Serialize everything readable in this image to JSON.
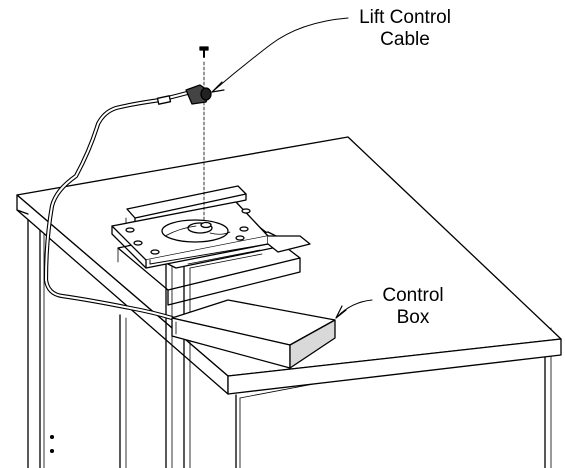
{
  "callouts": {
    "lift_control_cable": {
      "line1": "Lift Control",
      "line2": "Cable"
    },
    "control_box": {
      "line1": "Control",
      "line2": "Box"
    }
  },
  "colors": {
    "line": "#000000",
    "surface": "#ffffff",
    "shade": "#d9d9d9"
  }
}
